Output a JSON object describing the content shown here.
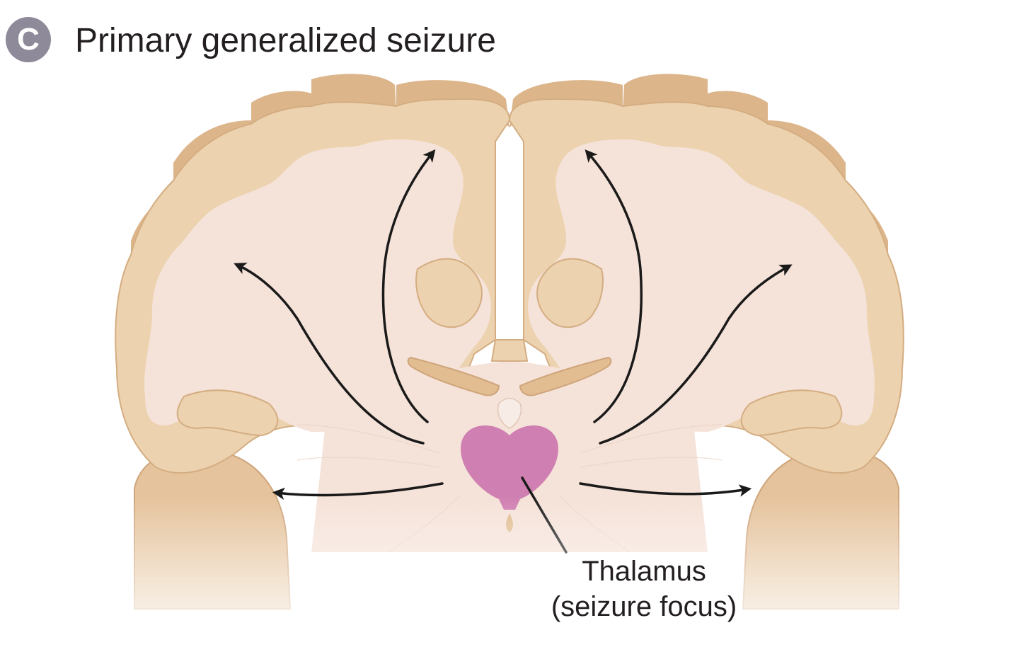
{
  "panel": {
    "badge": "C",
    "title": "Primary generalized seizure"
  },
  "structures": [
    {
      "name": "left-hemisphere",
      "icon": "cerebral-hemisphere"
    },
    {
      "name": "right-hemisphere",
      "icon": "cerebral-hemisphere"
    },
    {
      "name": "lateral-ventricles",
      "icon": "ventricle"
    },
    {
      "name": "thalamus",
      "icon": "thalamus-shape"
    }
  ],
  "label": {
    "line1": "Thalamus",
    "line2": "(seizure focus)"
  },
  "colors": {
    "gray_matter": "#ecd2ae",
    "gray_matter_shadow": "#d9b68c",
    "white_matter": "#f5e2d8",
    "thalamus": "#cf7fb1",
    "arrow": "#1a1a1a",
    "badge": "#8e8a9a",
    "text": "#231f20"
  }
}
